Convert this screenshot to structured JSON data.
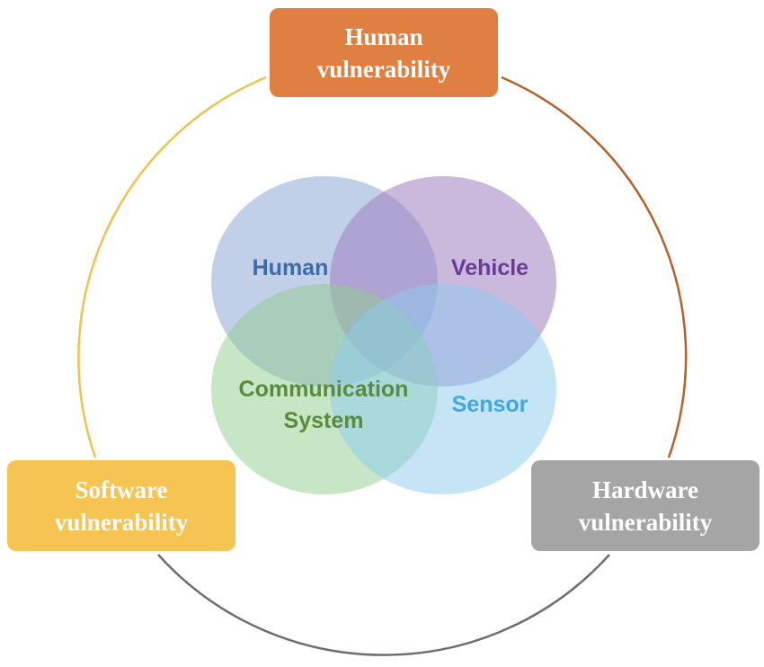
{
  "vulnerabilities": {
    "human": {
      "line1": "Human",
      "line2": "vulnerability",
      "color": "#e07f42"
    },
    "software": {
      "line1": "Software",
      "line2": "vulnerability",
      "color": "#f5c453"
    },
    "hardware": {
      "line1": "Hardware",
      "line2": "vulnerability",
      "color": "#a5a5a5"
    }
  },
  "ring_colors": {
    "software_to_human": "#f0c24d",
    "human_to_hardware": "#b5612a",
    "hardware_to_software": "#6e6e6e"
  },
  "venn": {
    "human": {
      "label": "Human",
      "fill": "#8ea7d5",
      "text_color": "#3d6ba8"
    },
    "vehicle": {
      "label": "Vehicle",
      "fill": "#9f80c0",
      "text_color": "#6a3a97"
    },
    "sensor": {
      "label": "Sensor",
      "fill": "#8ccbf0",
      "text_color": "#3fa8e3"
    },
    "communication": {
      "label_line1": "Communication",
      "label_line2": "System",
      "fill": "#8fcd8d",
      "text_color": "#5a8a3c"
    }
  }
}
